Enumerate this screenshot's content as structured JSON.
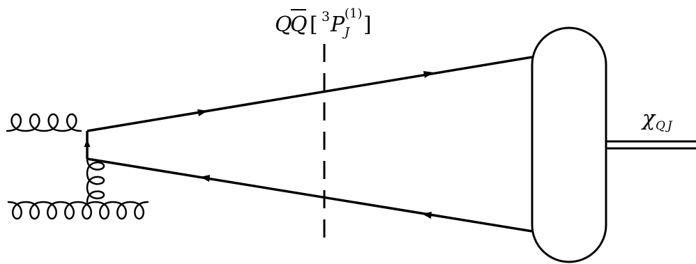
{
  "cut_label": {
    "q": "Q",
    "qbar": "Q",
    "bracket_open": "[",
    "spin_superscript": "3",
    "p": "P",
    "j_subscript": "J",
    "color_superscript": "(1)",
    "bracket_close": "]"
  },
  "output_label": {
    "chi": "χ",
    "subscript": "QJ"
  },
  "colors": {
    "line": "#000000",
    "background": "#ffffff"
  }
}
